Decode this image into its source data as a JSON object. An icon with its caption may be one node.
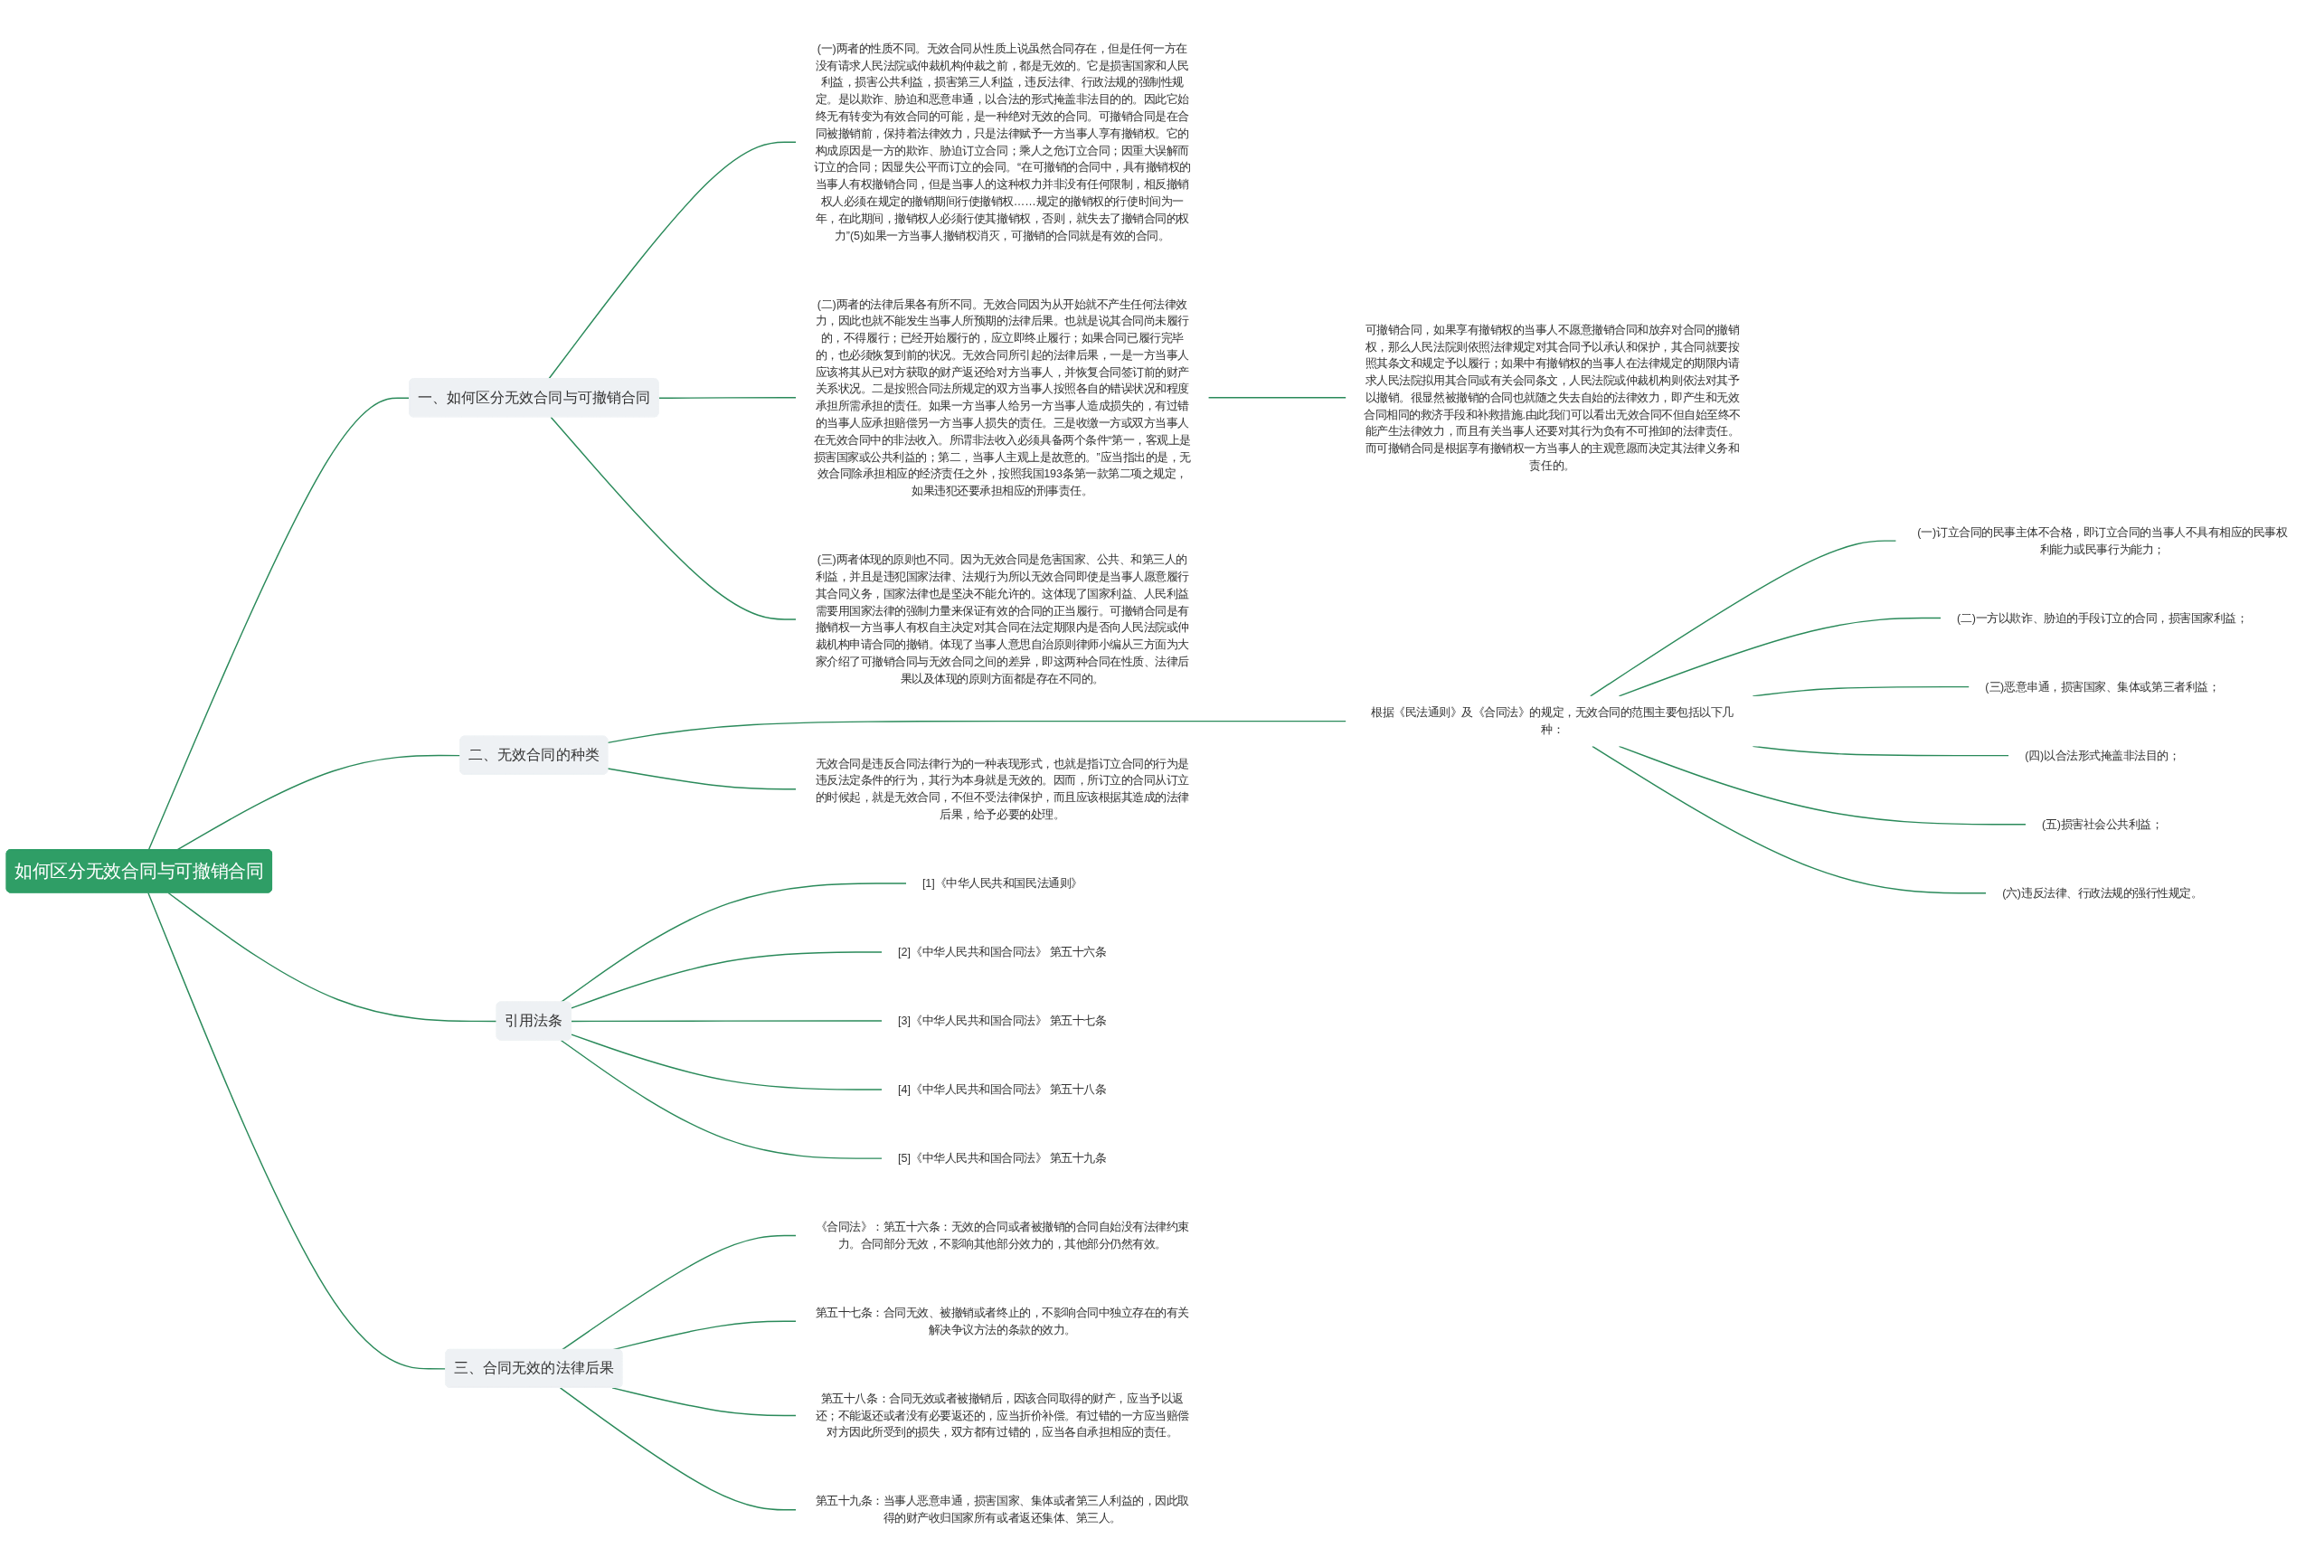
{
  "diagram": {
    "nodes": [
      {
        "text": [
          "如何区分无效合同与可撤销合同"
        ]
      },
      {
        "text": [
          "一、如何区分无效合同与可撤销合同"
        ]
      },
      {
        "text": [
          "(一)两者的性质不同。无效合同从性质上说虽然合同存在，但是任何一方在没有请求人民法院或仲裁机构仲裁之前，都是无效的。它是损害国家和人民利益，损害公共利益，损害第三人利益，违反法律、行政法规的强制性规定。是以欺诈、胁迫和恶意串通，以合法的形式掩盖非法目的的。因此它始终无有转变为有效合同的可能，是一种绝对无效的合同。可撤销合同是在合同被撤销前，保持着法律效力，只是法律赋予一方当事人享有撤销权。它的构成原因是一方的欺诈、胁迫订立合同；乘人之危订立合同；因重大误解而订立的合同；因显失公平而订立的会同。“在可撤销的合同中，具有撤销权的当事人有权撤销合同，但是当事人的这种权力并非没有任何限制，相反撤销权人必须在规定的撤销期间行使撤销权……规定的撤销权的行使时间为一年，在此期间，撤销权人必须行使其撤销权，否则，就失去了撤销合同的权力”(5)如果一方当事人撤销权消灭，可撤销的合同就是有效的合同。"
        ]
      },
      {
        "text": [
          "(二)两者的法律后果各有所不同。无效合同因为从开始就不产生任何法律效力，因此也就不能发生当事人所预期的法律后果。也就是说其合同尚未履行的，不得履行；已经开始履行的，应立即终止履行；如果合同已履行完毕的，也必须恢复到前的状况。无效合同所引起的法律后果，一是一方当事人应该将其从已对方获取的财产返还给对方当事人，并恢复合同签订前的财产关系状况。二是按照合同法所规定的双方当事人按照各自的错误状况和程度承担所需承担的责任。如果一方当事人给另一方当事人造成损失的，有过错的当事人应承担赔偿另一方当事人损失的责任。三是收缴一方或双方当事人在无效合同中的非法收入。所谓非法收入必须具备两个条件“第一，客观上是损害国家或公共利益的；第二，当事人主观上是故意的。”应当指出的是，无效合同除承担相应的经济责任之外，按照我国193条第一款第二项之规定，如果违犯还要承担相应的刑事责任。"
        ]
      },
      {
        "text": [
          "(三)两者体现的原则也不同。因为无效合同是危害国家、公共、和第三人的利益，并且是违犯国家法律、法规行为所以无效合同即使是当事人愿意履行其合同义务，国家法律也是坚决不能允许的。这体现了国家利益、人民利益需要用国家法律的强制力量来保证有效的合同的正当履行。可撤销合同是有撤销权一方当事人有权自主决定对其合同在法定期限内是否向人民法院或仲裁机构申请合同的撤销。体现了当事人意思自治原则律师小编从三方面为大家介绍了可撤销合同与无效合同之间的差异，即这两种合同在性质、法律后果以及体现的原则方面都是存在不同的。"
        ]
      },
      {
        "text": [
          "可撤销合同，如果享有撤销权的当事人不愿意撤销合同和放弃对合同的撤销权，那么人民法院则依照法律规定对其合同予以承认和保护，其合同就要按照其条文和规定予以履行；如果中有撤销权的当事人在法律规定的期限内请求人民法院拟用其合同或有关会同条文，人民法院或仲裁机构则依法对其予以撤销。很显然被撤销的合同也就随之失去自始的法律效力，即产生和无效合同相同的救济手段和补救措施.由此我们可以看出无效合同不但自始至终不能产生法律效力，而且有关当事人还要对其行为负有不可推卸的法律责任。而可撤销合同是根据享有撤销权一方当事人的主观意愿而决定其法律义务和责任的。"
        ]
      },
      {
        "text": [
          "二、无效合同的种类"
        ]
      },
      {
        "text": [
          "根据《民法通则》及《合同法》的规定，无效合同的范围主要包括以下几种："
        ]
      },
      {
        "text": [
          "(一)订立合同的民事主体不合格，即订立合同的当事人不具有相应的民事权利能力或民事行为能力；"
        ]
      },
      {
        "text": [
          "(二)一方以欺诈、胁迫的手段订立的合同，损害国家利益；"
        ]
      },
      {
        "text": [
          "(三)恶意串通，损害国家、集体或第三者利益；"
        ]
      },
      {
        "text": [
          "(四)以合法形式掩盖非法目的；"
        ]
      },
      {
        "text": [
          "(五)损害社会公共利益；"
        ]
      },
      {
        "text": [
          "(六)违反法律、行政法规的强行性规定。"
        ]
      },
      {
        "text": [
          "无效合同是违反合同法律行为的一种表现形式，也就是指订立合同的行为是违反法定条件的行为，其行为本身就是无效的。因而，所订立的合同从订立的时候起，就是无效合同，不但不受法律保护，而且应该根据其造成的法律后果，给予必要的处理。"
        ]
      },
      {
        "text": [
          "引用法条"
        ]
      },
      {
        "text": [
          "[1]《中华人民共和国民法通则》"
        ]
      },
      {
        "text": [
          "[2]《中华人民共和国合同法》 第五十六条"
        ]
      },
      {
        "text": [
          "[3]《中华人民共和国合同法》 第五十七条"
        ]
      },
      {
        "text": [
          "[4]《中华人民共和国合同法》 第五十八条"
        ]
      },
      {
        "text": [
          "[5]《中华人民共和国合同法》 第五十九条"
        ]
      },
      {
        "text": [
          "三、合同无效的法律后果"
        ]
      },
      {
        "text": [
          "《合同法》：第五十六条：无效的合同或者被撤销的合同自始没有法律约束力。合同部分无效，不影响其他部分效力的，其他部分仍然有效。"
        ]
      },
      {
        "text": [
          "第五十七条：合同无效、被撤销或者终止的，不影响合同中独立存在的有关解决争议方法的条款的效力。"
        ]
      },
      {
        "text": [
          "第五十八条：合同无效或者被撤销后，因该合同取得的财产，应当予以返还；不能返还或者没有必要返还的，应当折价补偿。有过错的一方应当赔偿对方因此所受到的损失，双方都有过错的，应当各自承担相应的责任。"
        ]
      },
      {
        "text": [
          "第五十九条：当事人恶意串通，损害国家、集体或者第三人利益的，因此取得的财产收归国家所有或者返还集体、第三人。"
        ]
      }
    ],
    "edges": [
      {
        "from": 0,
        "to": 1,
        "arrow": "none"
      },
      {
        "from": 1,
        "to": 2,
        "arrow": "none"
      },
      {
        "from": 1,
        "to": 3,
        "arrow": "none"
      },
      {
        "from": 1,
        "to": 4,
        "arrow": "none"
      },
      {
        "from": 3,
        "to": 5,
        "arrow": "none"
      },
      {
        "from": 0,
        "to": 6,
        "arrow": "none"
      },
      {
        "from": 6,
        "to": 7,
        "arrow": "none"
      },
      {
        "from": 7,
        "to": 8,
        "arrow": "none"
      },
      {
        "from": 7,
        "to": 9,
        "arrow": "none"
      },
      {
        "from": 7,
        "to": 10,
        "arrow": "none"
      },
      {
        "from": 7,
        "to": 11,
        "arrow": "none"
      },
      {
        "from": 7,
        "to": 12,
        "arrow": "none"
      },
      {
        "from": 7,
        "to": 13,
        "arrow": "none"
      },
      {
        "from": 6,
        "to": 14,
        "arrow": "none"
      },
      {
        "from": 0,
        "to": 15,
        "arrow": "none"
      },
      {
        "from": 15,
        "to": 16,
        "arrow": "none"
      },
      {
        "from": 15,
        "to": 17,
        "arrow": "none"
      },
      {
        "from": 15,
        "to": 18,
        "arrow": "none"
      },
      {
        "from": 15,
        "to": 19,
        "arrow": "none"
      },
      {
        "from": 15,
        "to": 20,
        "arrow": "none"
      },
      {
        "from": 0,
        "to": 21,
        "arrow": "none"
      },
      {
        "from": 21,
        "to": 22,
        "arrow": "none"
      },
      {
        "from": 21,
        "to": 23,
        "arrow": "none"
      },
      {
        "from": 21,
        "to": 24,
        "arrow": "none"
      },
      {
        "from": 21,
        "to": 25,
        "arrow": "none"
      }
    ]
  }
}
